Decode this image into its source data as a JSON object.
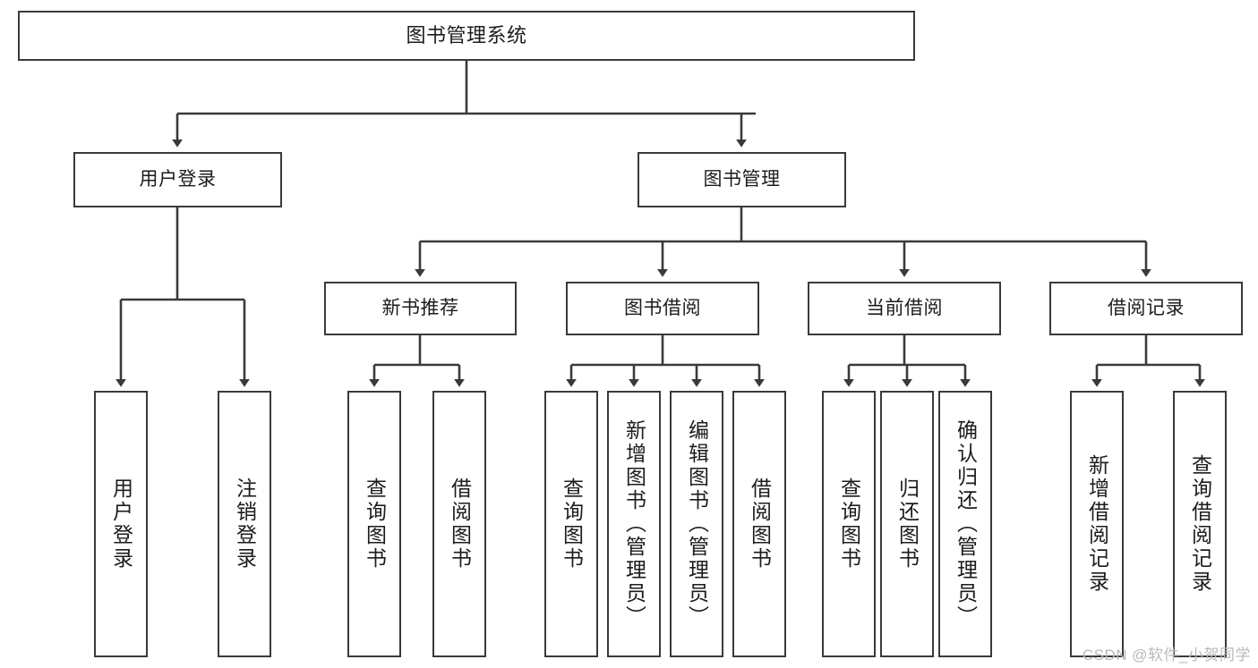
{
  "diagram": {
    "title": "图书管理系统",
    "type": "hierarchy-tree",
    "watermark": "CSDN @软件_小贺同学",
    "colors": {
      "box_border": "#3a3a3a",
      "box_fill": "#ffffff",
      "connector": "#3a3a3a",
      "text": "#1c1c1c",
      "watermark": "#b9b9b9"
    },
    "nodes": {
      "root": {
        "label": "图书管理系统"
      },
      "level2": [
        {
          "label": "用户登录"
        },
        {
          "label": "图书管理"
        }
      ],
      "level3": [
        {
          "label": "新书推荐"
        },
        {
          "label": "图书借阅"
        },
        {
          "label": "当前借阅"
        },
        {
          "label": "借阅记录"
        }
      ],
      "leaves": {
        "user_login": [
          {
            "label": "用户登录"
          },
          {
            "label": "注销登录"
          }
        ],
        "new_book_recommend": [
          {
            "label": "查询图书"
          },
          {
            "label": "借阅图书"
          }
        ],
        "book_borrow": [
          {
            "label": "查询图书"
          },
          {
            "label": "新增图书（管理员）"
          },
          {
            "label": "编辑图书（管理员）"
          },
          {
            "label": "借阅图书"
          }
        ],
        "current_borrow": [
          {
            "label": "查询图书"
          },
          {
            "label": "归还图书"
          },
          {
            "label": "确认归还（管理员）"
          }
        ],
        "borrow_record": [
          {
            "label": "新增借阅记录"
          },
          {
            "label": "查询借阅记录"
          }
        ]
      }
    }
  }
}
